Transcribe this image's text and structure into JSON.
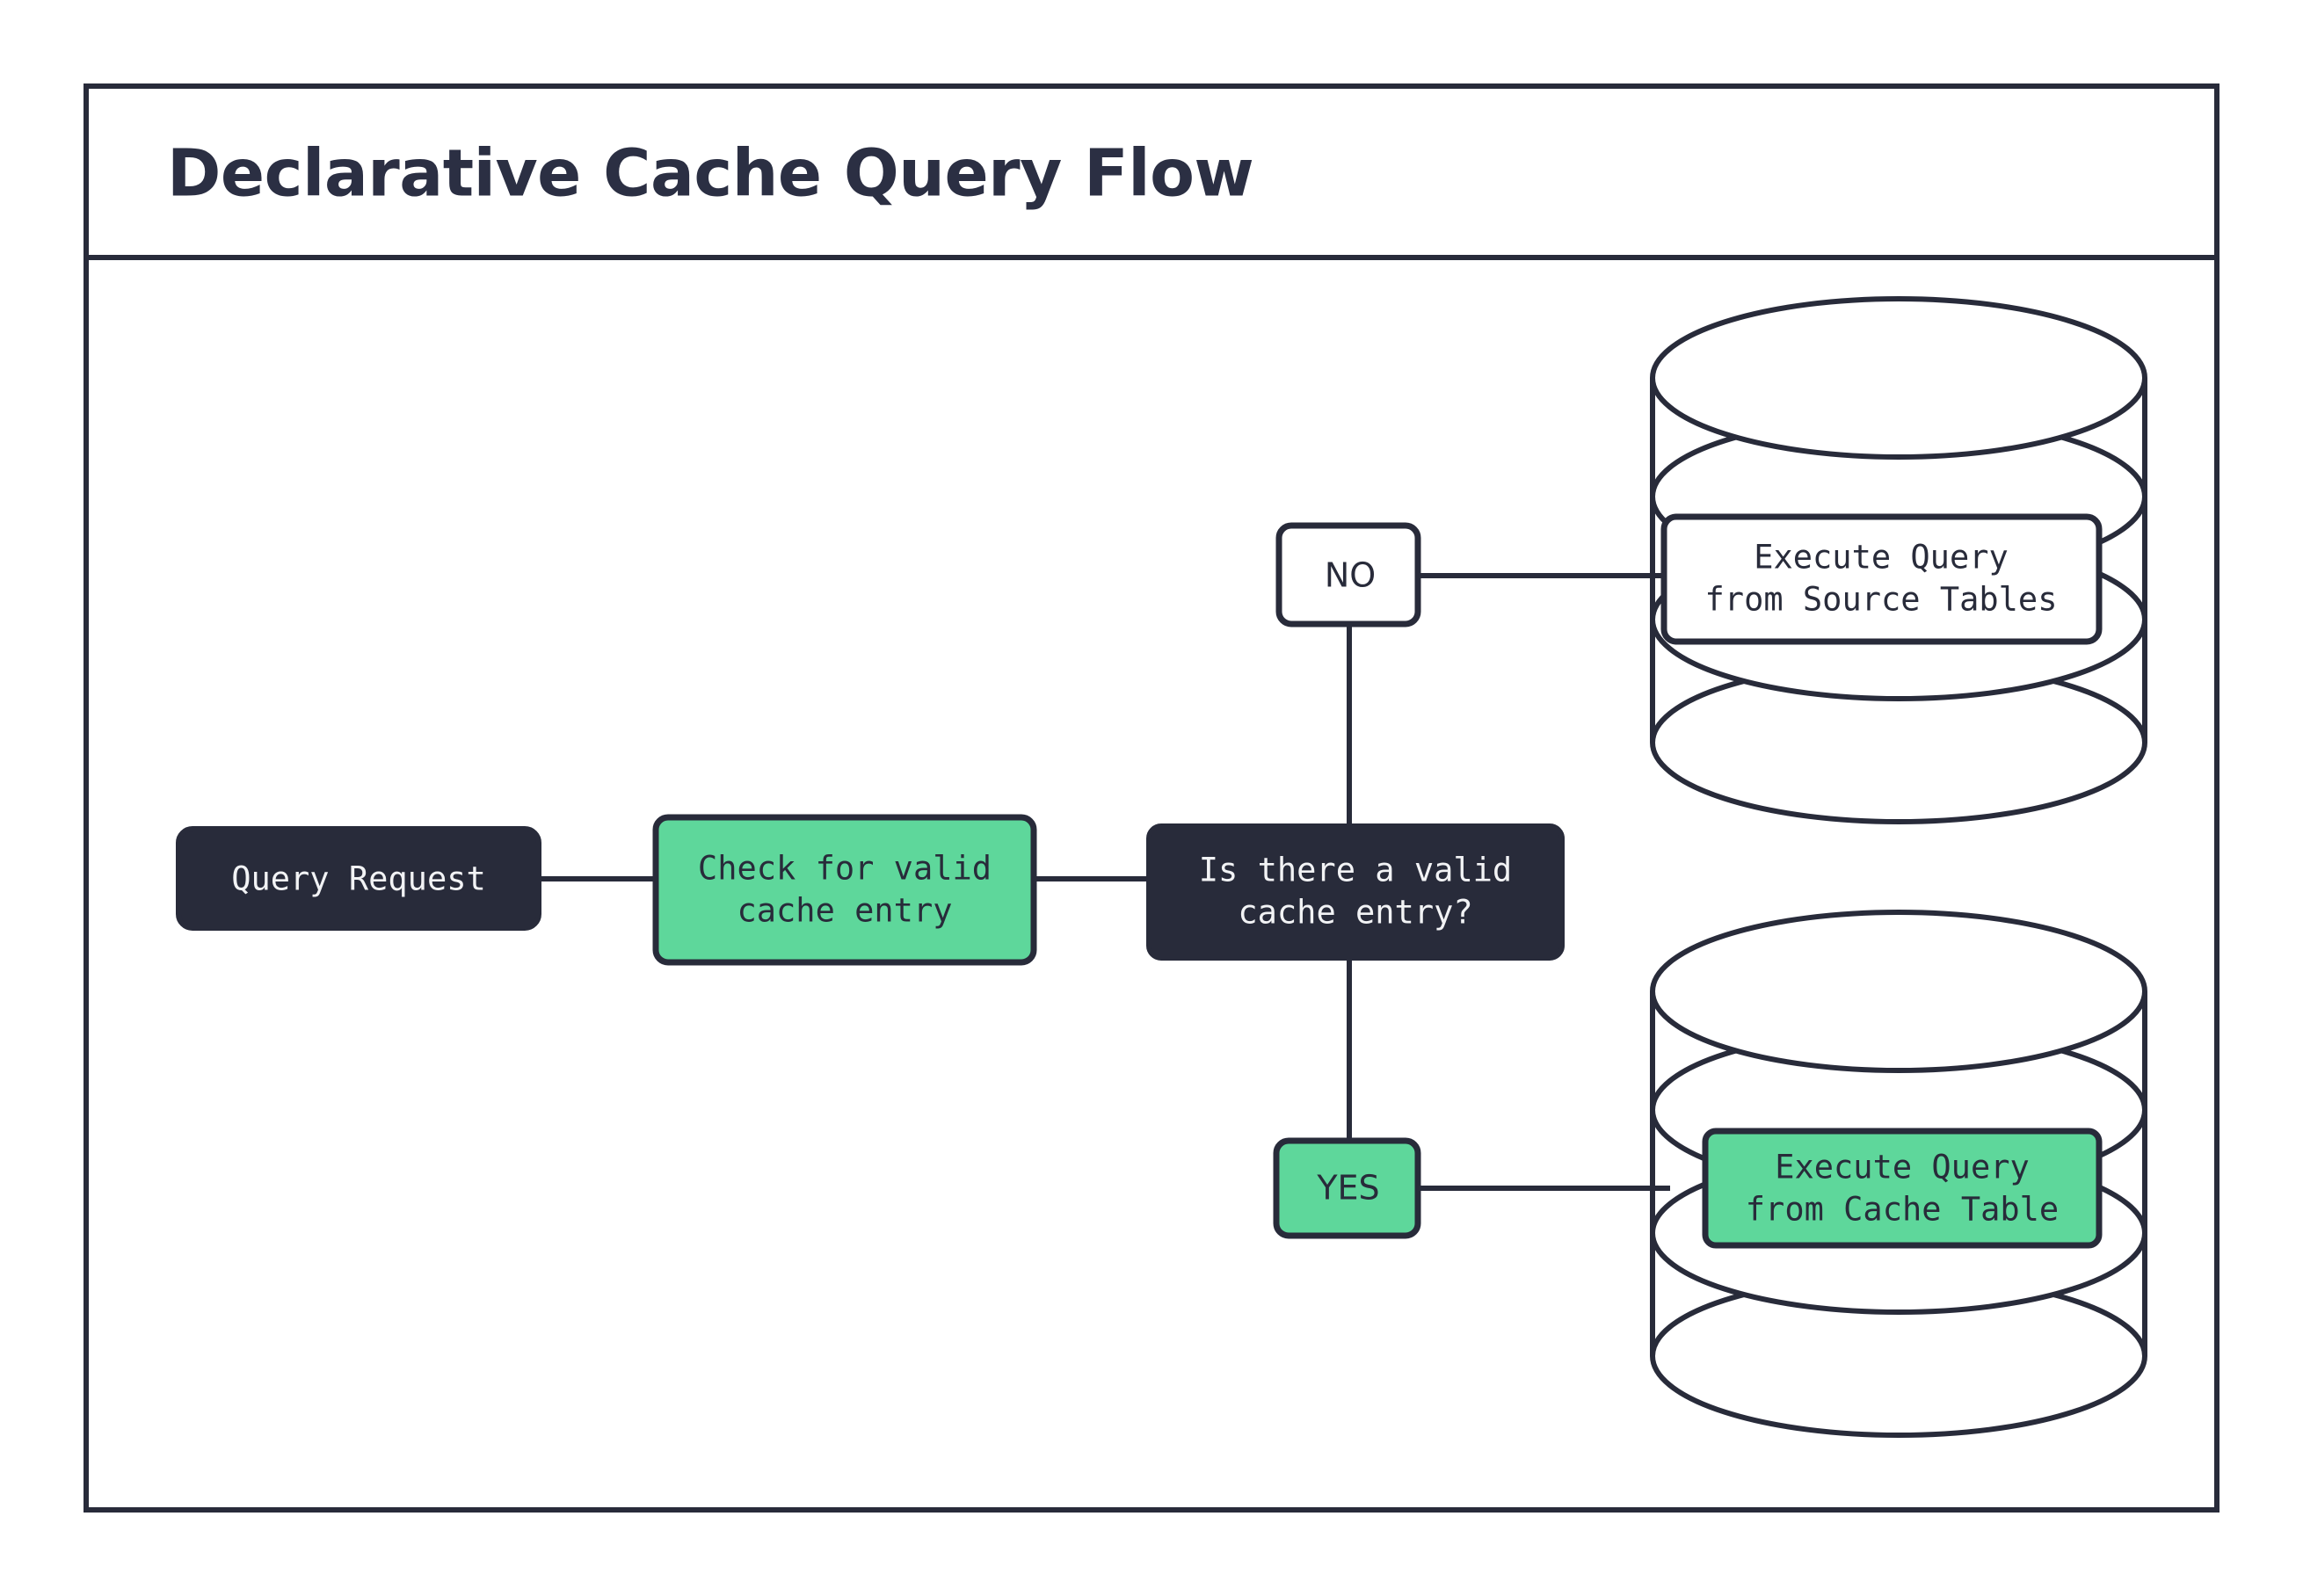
{
  "diagram": {
    "title": "Declarative Cache Query Flow",
    "type": "flowchart",
    "colors": {
      "dark": "#282b3a",
      "green": "#5ed79b",
      "white": "#ffffff",
      "title_text": "#2b2f43",
      "light_text": "#f2f3f5"
    },
    "nodes": [
      {
        "id": "query-request",
        "label": "Query Request",
        "lines": [
          "Query Request"
        ],
        "shape": "rounded-rect",
        "style": "dark"
      },
      {
        "id": "check-cache",
        "label": "Check for valid cache entry",
        "lines": [
          "Check for valid",
          "cache entry"
        ],
        "shape": "rounded-rect",
        "style": "green"
      },
      {
        "id": "decision",
        "label": "Is there a valid cache entry?",
        "lines": [
          "Is there a valid",
          "cache entry?"
        ],
        "shape": "rounded-rect",
        "style": "dark"
      },
      {
        "id": "branch-no",
        "label": "NO",
        "lines": [
          "NO"
        ],
        "shape": "rounded-rect",
        "style": "white"
      },
      {
        "id": "branch-yes",
        "label": "YES",
        "lines": [
          "YES"
        ],
        "shape": "rounded-rect",
        "style": "green"
      },
      {
        "id": "source-tables",
        "label": "Execute Query from Source Tables",
        "lines": [
          "Execute Query",
          "from Source Tables"
        ],
        "shape": "database-cylinder",
        "style": "white"
      },
      {
        "id": "cache-table",
        "label": "Execute Query from Cache Table",
        "lines": [
          "Execute Query",
          "from Cache Table"
        ],
        "shape": "database-cylinder",
        "style": "green"
      }
    ],
    "edges": [
      {
        "from": "query-request",
        "to": "check-cache",
        "label": ""
      },
      {
        "from": "check-cache",
        "to": "decision",
        "label": ""
      },
      {
        "from": "decision",
        "to": "branch-no",
        "label": "NO"
      },
      {
        "from": "branch-no",
        "to": "source-tables",
        "label": ""
      },
      {
        "from": "decision",
        "to": "branch-yes",
        "label": "YES"
      },
      {
        "from": "branch-yes",
        "to": "cache-table",
        "label": ""
      }
    ]
  }
}
